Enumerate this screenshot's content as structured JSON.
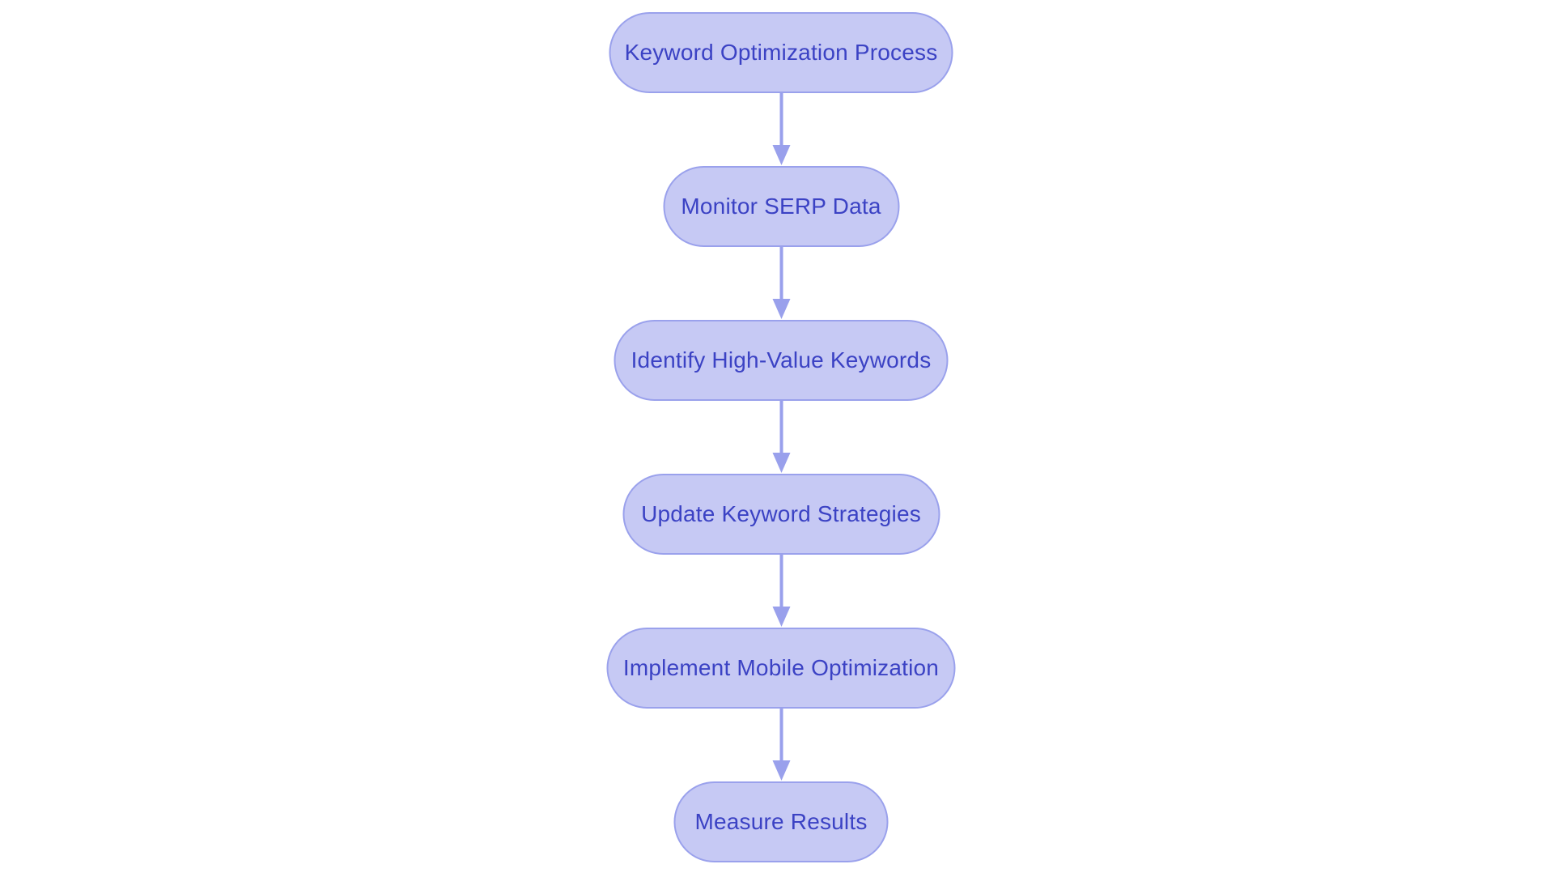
{
  "flowchart": {
    "title": "Keyword Optimization Process",
    "type": "vertical-flowchart",
    "nodes": [
      {
        "label": "Keyword Optimization Process"
      },
      {
        "label": "Monitor SERP Data"
      },
      {
        "label": "Identify High-Value Keywords"
      },
      {
        "label": "Update Keyword Strategies"
      },
      {
        "label": "Implement Mobile Optimization"
      },
      {
        "label": "Measure Results"
      }
    ],
    "connections": [
      {
        "from": "Keyword Optimization Process",
        "to": "Monitor SERP Data"
      },
      {
        "from": "Monitor SERP Data",
        "to": "Identify High-Value Keywords"
      },
      {
        "from": "Identify High-Value Keywords",
        "to": "Update Keyword Strategies"
      },
      {
        "from": "Update Keyword Strategies",
        "to": "Implement Mobile Optimization"
      },
      {
        "from": "Implement Mobile Optimization",
        "to": "Measure Results"
      }
    ],
    "colors": {
      "background": "#ffffff",
      "node_fill": "#c6c9f4",
      "node_border": "#9aa1ec",
      "node_text": "#3b42c4",
      "arrow": "#99a0ec"
    }
  }
}
